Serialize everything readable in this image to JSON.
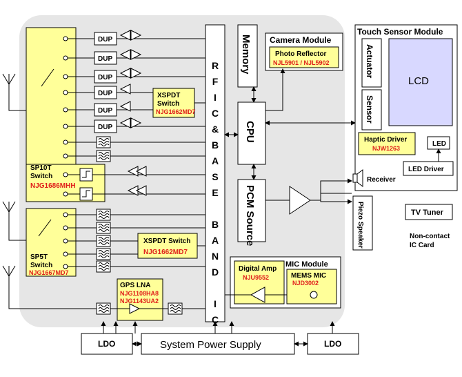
{
  "colors": {
    "module_fill": "#ffff99",
    "part_number": "#e0201b",
    "background_region": "#e6e6e6",
    "lcd": "#d8d8ff"
  },
  "rf": {
    "dup": "DUP",
    "sp10t": {
      "label1": "SP10T",
      "label2": "Switch",
      "part": "NJG1686MHH"
    },
    "xspdt_top": {
      "label1": "XSPDT",
      "label2": "Switch",
      "part": "NJG1662MD7"
    },
    "sp5t": {
      "label1": "SP5T",
      "label2": "Switch",
      "part": "NJG1667MD7"
    },
    "xspdt_mid": {
      "label": "XSPDT Switch",
      "part": "NJG1662MD7"
    },
    "gps_lna": {
      "label": "GPS LNA",
      "part1": "NJG1108HA8",
      "part2": "NJG1143UA2"
    }
  },
  "rfic": {
    "letters": [
      "R",
      "F",
      "I",
      "C",
      "&",
      "B",
      "A",
      "S",
      "E",
      "",
      "B",
      "A",
      "N",
      "D",
      "",
      "I",
      "C"
    ]
  },
  "memory": "Memory",
  "cpu": "CPU",
  "pcm_source": "PCM Source",
  "camera": {
    "title": "Camera Module",
    "sub": "Photo Reflector",
    "part": "NJL5901 / NJL5902"
  },
  "touch": {
    "title": "Touch Sensor Module",
    "actuator": "Actuator",
    "sensor": "Sensor",
    "lcd": "LCD",
    "haptic": "Haptic Driver",
    "haptic_part": "NJW1263",
    "led": "LED",
    "led_driver": "LED Driver"
  },
  "receiver": "Receiver",
  "piezo": "Piezo Speaker",
  "tv_tuner": "TV Tuner",
  "ic_card": {
    "line1": "Non-contact",
    "line2": "IC Card"
  },
  "mic_module": {
    "title": "MIC Module",
    "amp": "Digital Amp",
    "amp_part": "NJU9552",
    "mems": "MEMS MIC",
    "mems_part": "NJD3002"
  },
  "power": {
    "supply": "System Power Supply",
    "ldo_left": "LDO",
    "ldo_right": "LDO"
  }
}
